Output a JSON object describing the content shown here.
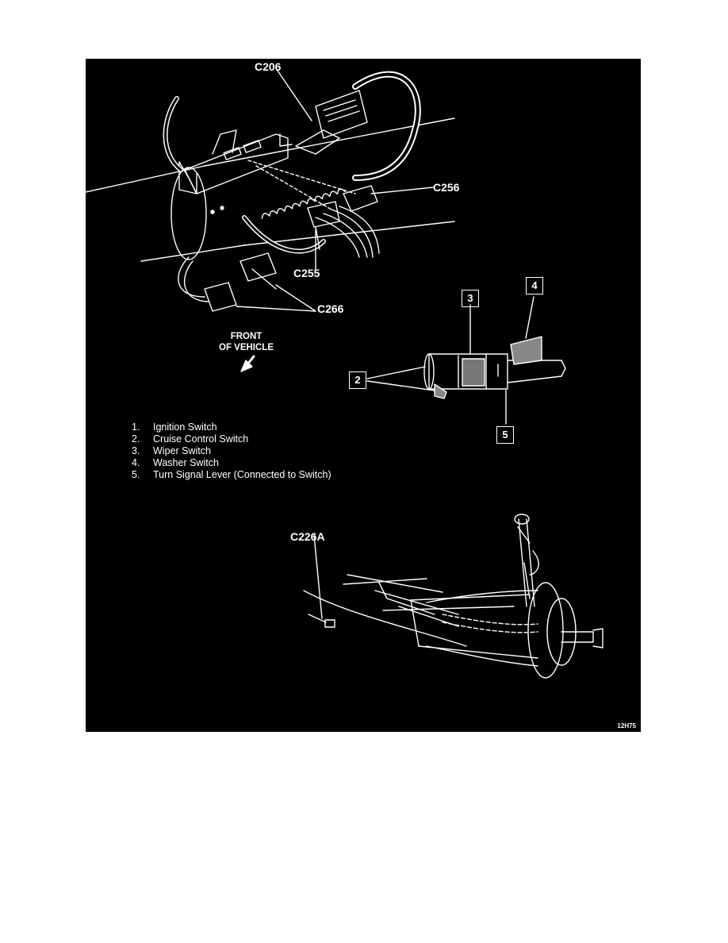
{
  "connectors": {
    "c206": "C206",
    "c256": "C256",
    "c255": "C255",
    "c266": "C266",
    "c226a": "C226A"
  },
  "callouts": [
    "2",
    "3",
    "4",
    "5"
  ],
  "front_label": {
    "line1": "FRONT",
    "line2": "OF VEHICLE"
  },
  "legend": [
    {
      "num": "1.",
      "text": "Ignition Switch"
    },
    {
      "num": "2.",
      "text": "Cruise Control Switch"
    },
    {
      "num": "3.",
      "text": "Wiper Switch"
    },
    {
      "num": "4.",
      "text": "Washer Switch"
    },
    {
      "num": "5.",
      "text": "Turn Signal Lever (Connected to Switch)"
    }
  ],
  "figure_code": "12H75"
}
